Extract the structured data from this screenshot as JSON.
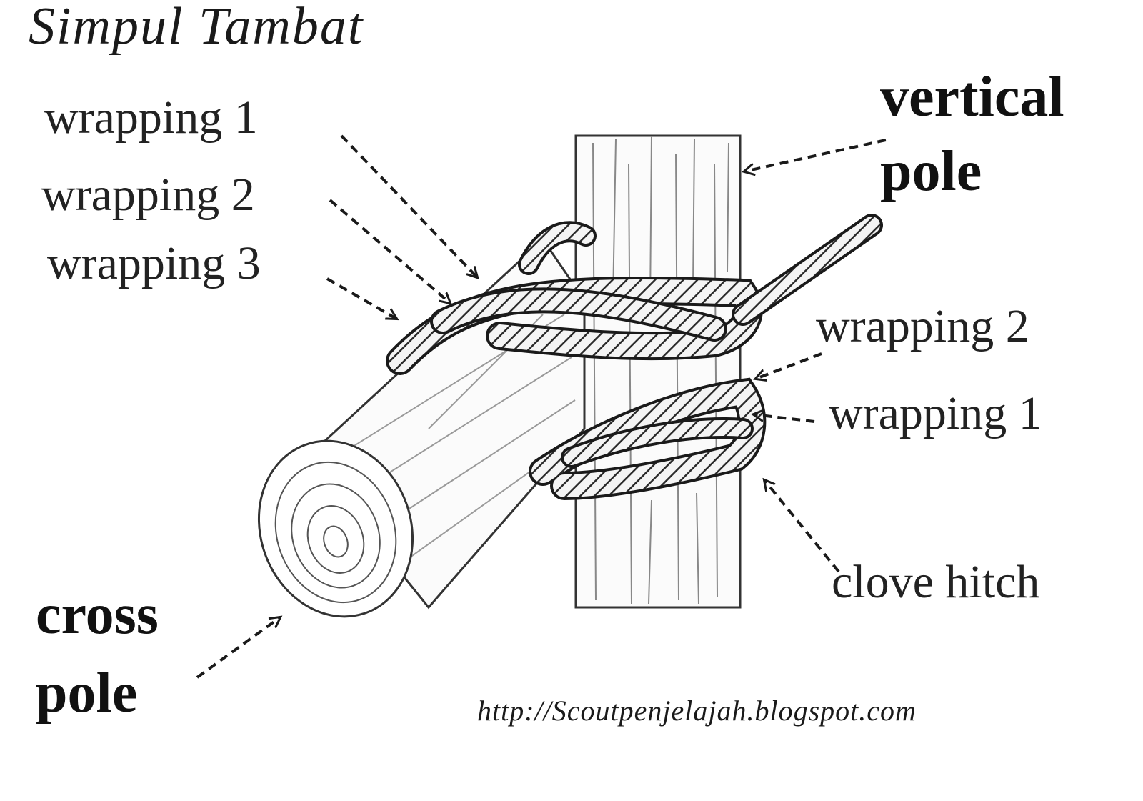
{
  "title": "Simpul Tambat",
  "labels": {
    "left_wrap_1": "wrapping 1",
    "left_wrap_2": "wrapping 2",
    "left_wrap_3": "wrapping 3",
    "vertical_pole_1": "vertical",
    "vertical_pole_2": "pole",
    "right_wrap_2": "wrapping 2",
    "right_wrap_1": "wrapping 1",
    "clove_hitch": "clove hitch",
    "cross_pole_1": "cross",
    "cross_pole_2": "pole"
  },
  "source_url": "http://Scoutpenjelajah.blogspot.com"
}
